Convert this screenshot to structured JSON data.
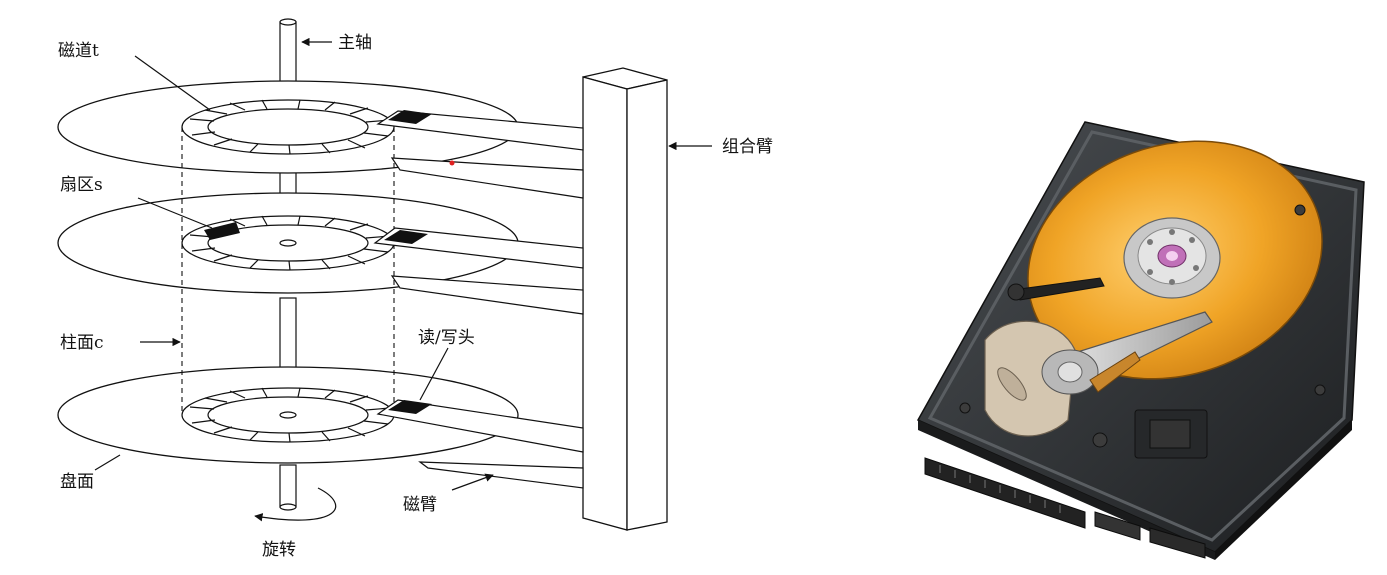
{
  "labels": {
    "spindle": "主轴",
    "track": "磁道t",
    "sector": "扇区s",
    "cylinder": "柱面c",
    "platter": "盘面",
    "rotation": "旋转",
    "arm_assembly": "组合臂",
    "rw_head": "读/写头",
    "head_arm": "磁臂"
  },
  "colors": {
    "line": "#111111",
    "platter_gold": "#e8a020",
    "chassis": "#2e3134",
    "marker_dot": "#e02020"
  }
}
